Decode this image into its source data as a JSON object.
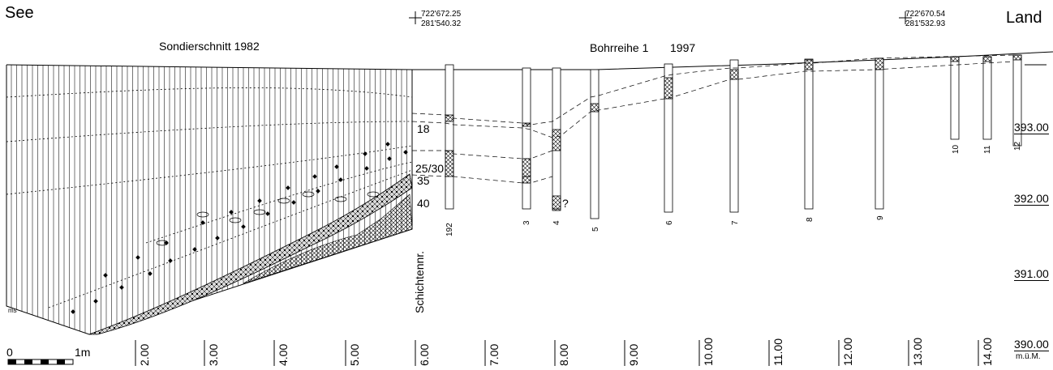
{
  "corners": {
    "left": "See",
    "right": "Land"
  },
  "coords": {
    "left": {
      "e": "722'672.25",
      "n": "281'540.32"
    },
    "right": {
      "e": "722'670.54",
      "n": "281'532.93"
    }
  },
  "sections": {
    "sondier": "Sondierschnitt 1982",
    "bohr": "Bohrreihe 1",
    "bohr_year": "1997"
  },
  "layer_numbers": [
    "18",
    "25/30",
    "35",
    "40"
  ],
  "question_mark": "?",
  "schicht_label": "Schichtennr.",
  "ms_label": "ms",
  "bores": [
    "192",
    "3",
    "4",
    "5",
    "6",
    "7",
    "8",
    "9",
    "10",
    "11",
    "12"
  ],
  "elevations": [
    "393.00",
    "392.00",
    "391.00",
    "390.00"
  ],
  "elevation_unit": "m.ü.M.",
  "x_ticks": [
    "2.00",
    "3.00",
    "4.00",
    "5.00",
    "6.00",
    "7.00",
    "8.00",
    "9.00",
    "10.00",
    "11.00",
    "12.00",
    "13.00",
    "14.00"
  ],
  "scale": {
    "zero": "0",
    "one": "1m"
  },
  "colors": {
    "ink": "#000000",
    "paper": "#ffffff",
    "fill": "#d9d9d9"
  }
}
